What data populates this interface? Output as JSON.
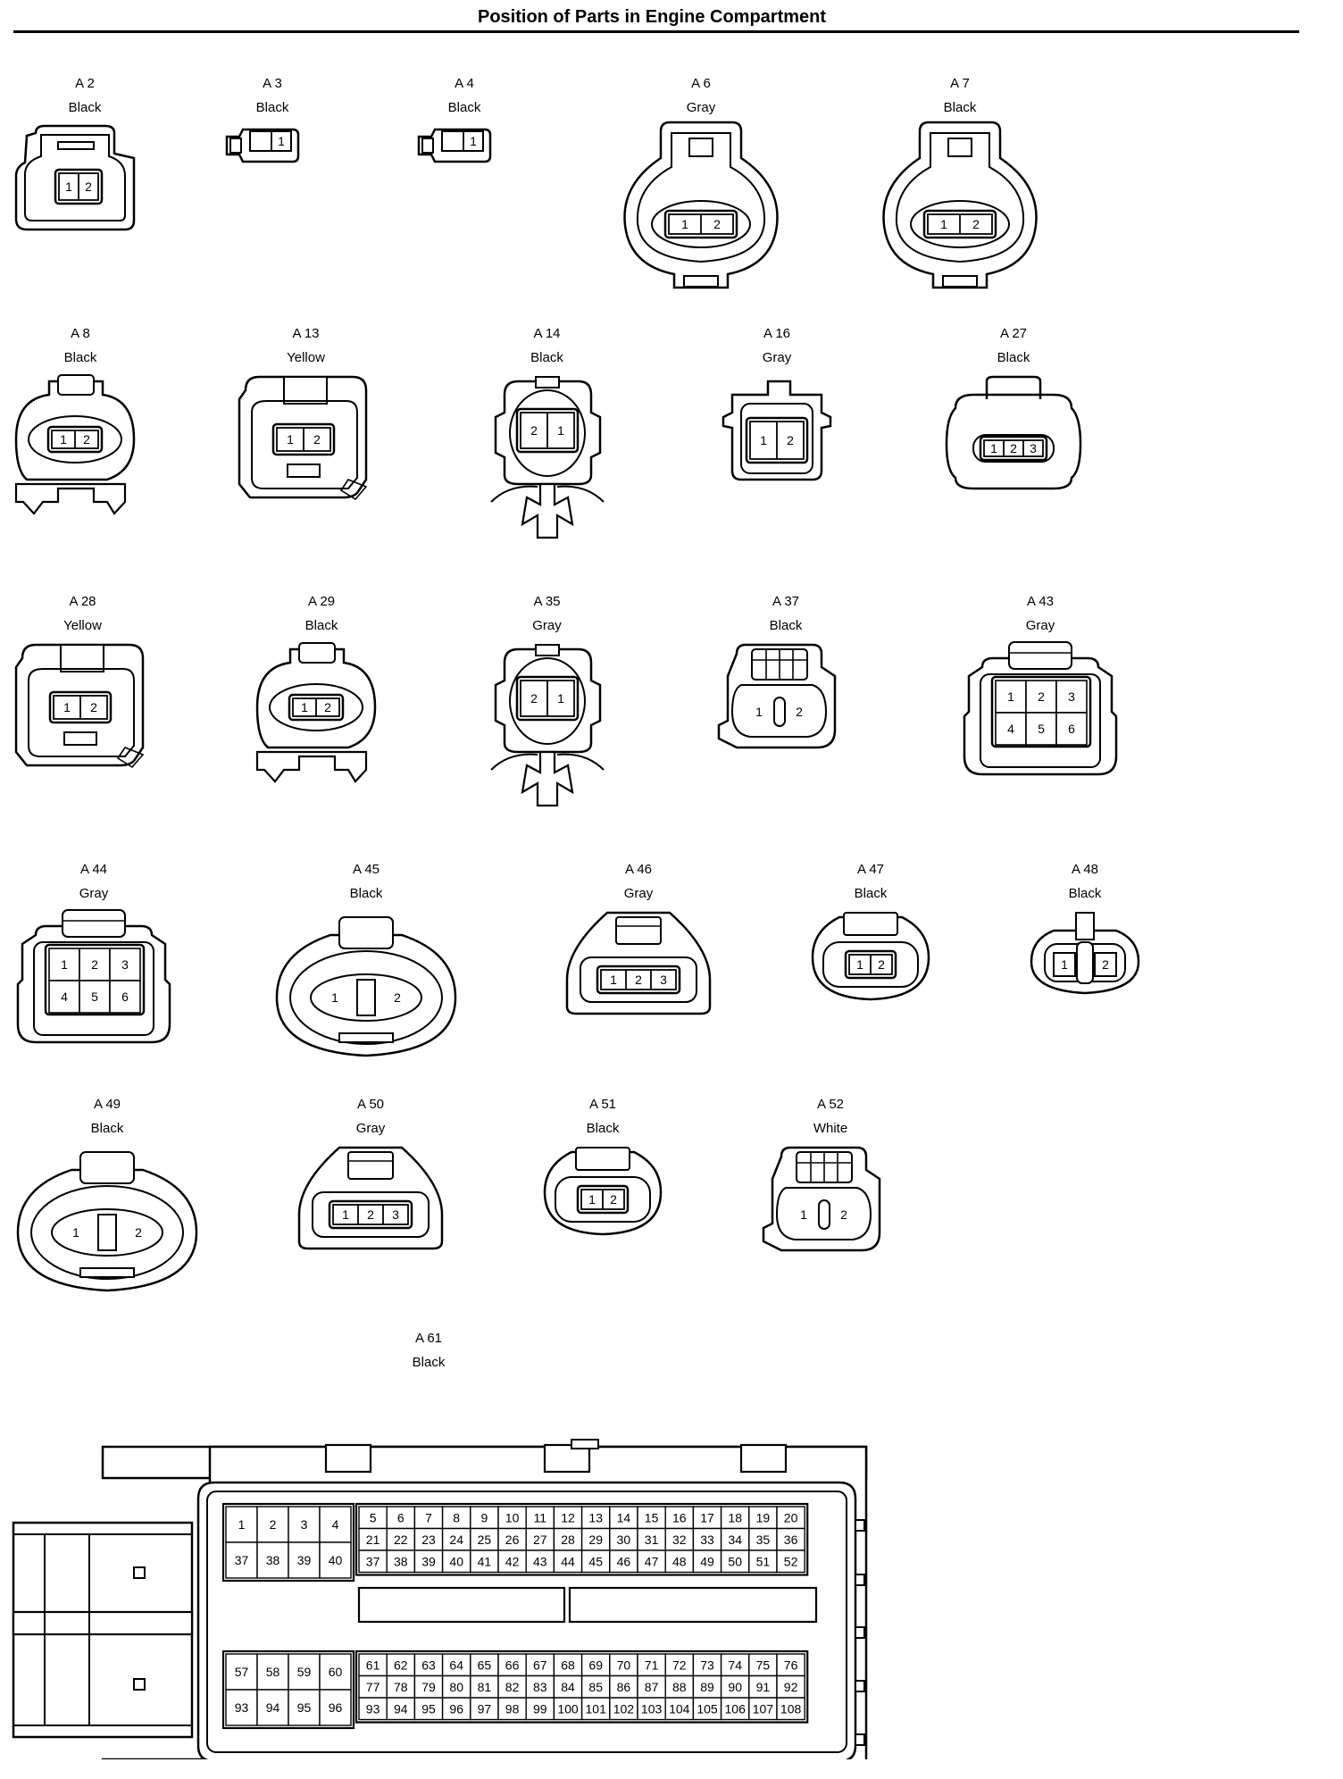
{
  "title": "Position of Parts in Engine Compartment",
  "connectors": [
    {
      "id": "A 2",
      "color": "Black",
      "pins": [
        "1",
        "2"
      ]
    },
    {
      "id": "A 3",
      "color": "Black",
      "pins": [
        "1"
      ]
    },
    {
      "id": "A 4",
      "color": "Black",
      "pins": [
        "1"
      ]
    },
    {
      "id": "A 6",
      "color": "Gray",
      "pins": [
        "1",
        "2"
      ]
    },
    {
      "id": "A 7",
      "color": "Black",
      "pins": [
        "1",
        "2"
      ]
    },
    {
      "id": "A 8",
      "color": "Black",
      "pins": [
        "1",
        "2"
      ]
    },
    {
      "id": "A 13",
      "color": "Yellow",
      "pins": [
        "1",
        "2"
      ]
    },
    {
      "id": "A 14",
      "color": "Black",
      "pins": [
        "2",
        "1"
      ]
    },
    {
      "id": "A 16",
      "color": "Gray",
      "pins": [
        "1",
        "2"
      ]
    },
    {
      "id": "A 27",
      "color": "Black",
      "pins": [
        "1",
        "2",
        "3"
      ]
    },
    {
      "id": "A 28",
      "color": "Yellow",
      "pins": [
        "1",
        "2"
      ]
    },
    {
      "id": "A 29",
      "color": "Black",
      "pins": [
        "1",
        "2"
      ]
    },
    {
      "id": "A 35",
      "color": "Gray",
      "pins": [
        "2",
        "1"
      ]
    },
    {
      "id": "A 37",
      "color": "Black",
      "pins": [
        "1",
        "2"
      ]
    },
    {
      "id": "A 43",
      "color": "Gray",
      "pins": [
        "1",
        "2",
        "3",
        "4",
        "5",
        "6"
      ]
    },
    {
      "id": "A 44",
      "color": "Gray",
      "pins": [
        "1",
        "2",
        "3",
        "4",
        "5",
        "6"
      ]
    },
    {
      "id": "A 45",
      "color": "Black",
      "pins": [
        "1",
        "2"
      ]
    },
    {
      "id": "A 46",
      "color": "Gray",
      "pins": [
        "1",
        "2",
        "3"
      ]
    },
    {
      "id": "A 47",
      "color": "Black",
      "pins": [
        "1",
        "2"
      ]
    },
    {
      "id": "A 48",
      "color": "Black",
      "pins": [
        "1",
        "2"
      ]
    },
    {
      "id": "A 49",
      "color": "Black",
      "pins": [
        "1",
        "2"
      ]
    },
    {
      "id": "A 50",
      "color": "Gray",
      "pins": [
        "1",
        "2",
        "3"
      ]
    },
    {
      "id": "A 51",
      "color": "Black",
      "pins": [
        "1",
        "2"
      ]
    },
    {
      "id": "A 52",
      "color": "White",
      "pins": [
        "1",
        "2"
      ]
    }
  ],
  "a61": {
    "id": "A 61",
    "color": "Black"
  }
}
